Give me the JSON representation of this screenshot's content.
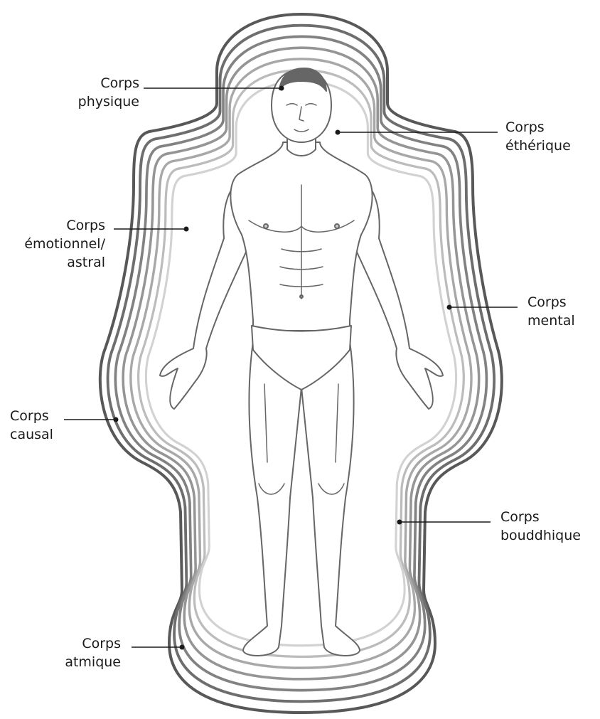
{
  "labels": {
    "physique": [
      "Corps",
      "physique"
    ],
    "etherique": [
      "Corps",
      "éthérique"
    ],
    "emotionnel": [
      "Corps",
      "émotionnel/",
      "astral"
    ],
    "mental": [
      "Corps",
      "mental"
    ],
    "causal": [
      "Corps",
      "causal"
    ],
    "bouddhique": [
      "Corps",
      "bouddhique"
    ],
    "atmique": [
      "Corps",
      "atmique"
    ]
  },
  "aura_colors": [
    "#d2d2d2",
    "#bcbcbc",
    "#a8a8a8",
    "#959595",
    "#828282",
    "#6e6e6e",
    "#585858"
  ],
  "line_color": "#1a1a1a",
  "body_stroke": "#666666"
}
